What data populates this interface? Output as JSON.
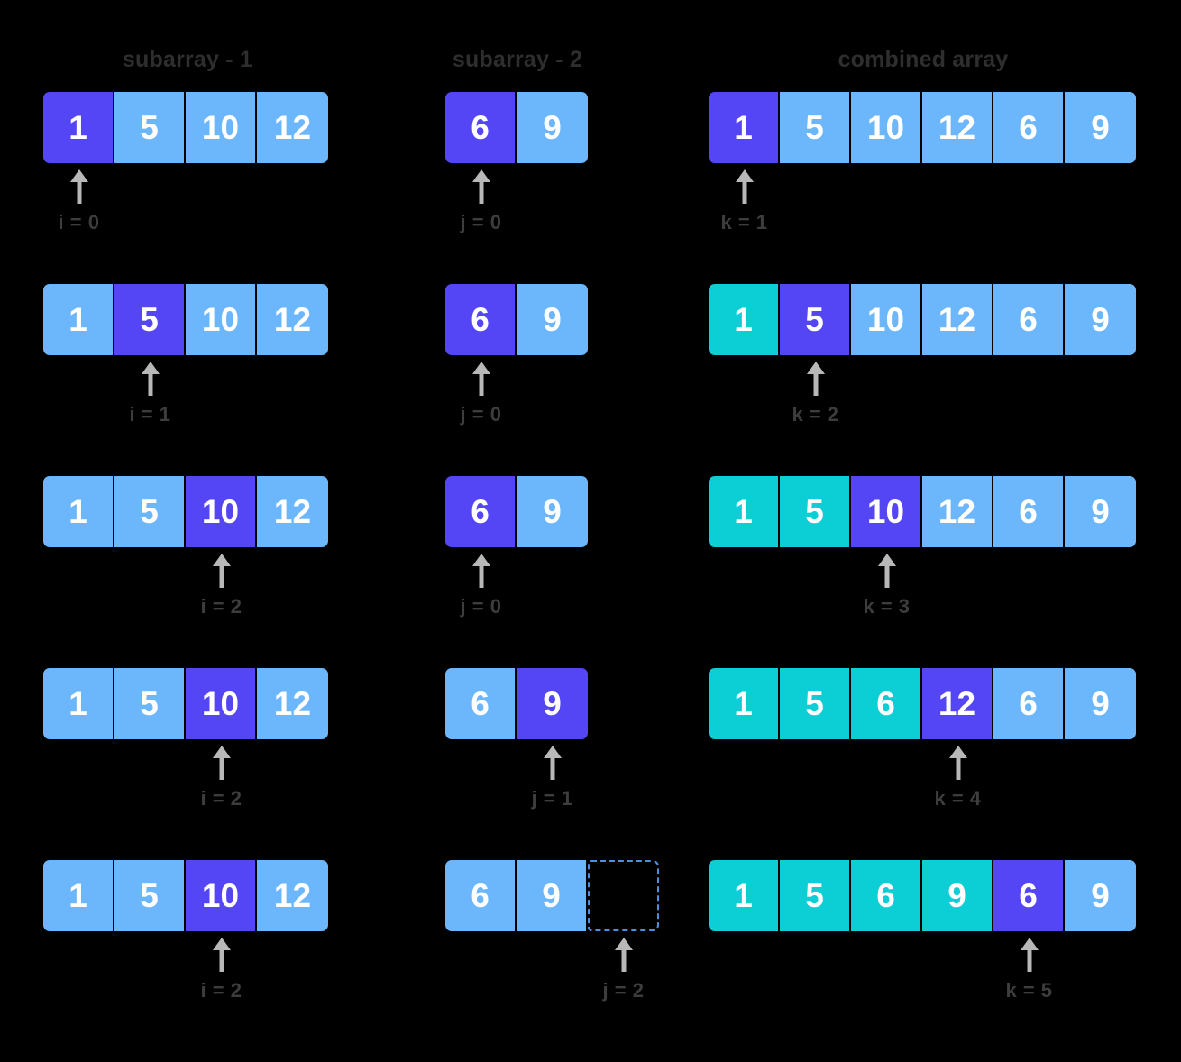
{
  "background_color": "#000000",
  "palette": {
    "cell_plain": "#6cb6fb",
    "cell_active": "#5546f5",
    "cell_merged": "#0bcfd4",
    "cell_empty_border": "#4a90e2",
    "arrow": "#b8b8b8",
    "label_text": "#3d3d3d",
    "header_text": "#2e2e2e",
    "cell_text": "#ffffff"
  },
  "headers": {
    "subarray_1": "subarray - 1",
    "subarray_2": "subarray - 2",
    "combined": "combined array"
  },
  "icons": {
    "pointer": "up-arrow-icon"
  },
  "rows": [
    {
      "subarray_1": {
        "cells": [
          {
            "value": "1",
            "state": "active"
          },
          {
            "value": "5",
            "state": "plain"
          },
          {
            "value": "10",
            "state": "plain"
          },
          {
            "value": "12",
            "state": "plain"
          }
        ],
        "pointer": {
          "index": 0,
          "label": "i = 0"
        }
      },
      "subarray_2": {
        "cells": [
          {
            "value": "6",
            "state": "active"
          },
          {
            "value": "9",
            "state": "plain"
          }
        ],
        "pointer": {
          "index": 0,
          "label": "j = 0"
        }
      },
      "combined": {
        "cells": [
          {
            "value": "1",
            "state": "active"
          },
          {
            "value": "5",
            "state": "plain"
          },
          {
            "value": "10",
            "state": "plain"
          },
          {
            "value": "12",
            "state": "plain"
          },
          {
            "value": "6",
            "state": "plain"
          },
          {
            "value": "9",
            "state": "plain"
          }
        ],
        "pointer": {
          "index": 0,
          "label": "k = 1"
        }
      }
    },
    {
      "subarray_1": {
        "cells": [
          {
            "value": "1",
            "state": "plain"
          },
          {
            "value": "5",
            "state": "active"
          },
          {
            "value": "10",
            "state": "plain"
          },
          {
            "value": "12",
            "state": "plain"
          }
        ],
        "pointer": {
          "index": 1,
          "label": "i = 1"
        }
      },
      "subarray_2": {
        "cells": [
          {
            "value": "6",
            "state": "active"
          },
          {
            "value": "9",
            "state": "plain"
          }
        ],
        "pointer": {
          "index": 0,
          "label": "j = 0"
        }
      },
      "combined": {
        "cells": [
          {
            "value": "1",
            "state": "merged"
          },
          {
            "value": "5",
            "state": "active"
          },
          {
            "value": "10",
            "state": "plain"
          },
          {
            "value": "12",
            "state": "plain"
          },
          {
            "value": "6",
            "state": "plain"
          },
          {
            "value": "9",
            "state": "plain"
          }
        ],
        "pointer": {
          "index": 1,
          "label": "k = 2"
        }
      }
    },
    {
      "subarray_1": {
        "cells": [
          {
            "value": "1",
            "state": "plain"
          },
          {
            "value": "5",
            "state": "plain"
          },
          {
            "value": "10",
            "state": "active"
          },
          {
            "value": "12",
            "state": "plain"
          }
        ],
        "pointer": {
          "index": 2,
          "label": "i = 2"
        }
      },
      "subarray_2": {
        "cells": [
          {
            "value": "6",
            "state": "active"
          },
          {
            "value": "9",
            "state": "plain"
          }
        ],
        "pointer": {
          "index": 0,
          "label": "j = 0"
        }
      },
      "combined": {
        "cells": [
          {
            "value": "1",
            "state": "merged"
          },
          {
            "value": "5",
            "state": "merged"
          },
          {
            "value": "10",
            "state": "active"
          },
          {
            "value": "12",
            "state": "plain"
          },
          {
            "value": "6",
            "state": "plain"
          },
          {
            "value": "9",
            "state": "plain"
          }
        ],
        "pointer": {
          "index": 2,
          "label": "k = 3"
        }
      }
    },
    {
      "subarray_1": {
        "cells": [
          {
            "value": "1",
            "state": "plain"
          },
          {
            "value": "5",
            "state": "plain"
          },
          {
            "value": "10",
            "state": "active"
          },
          {
            "value": "12",
            "state": "plain"
          }
        ],
        "pointer": {
          "index": 2,
          "label": "i = 2"
        }
      },
      "subarray_2": {
        "cells": [
          {
            "value": "6",
            "state": "plain"
          },
          {
            "value": "9",
            "state": "active"
          }
        ],
        "pointer": {
          "index": 1,
          "label": "j = 1"
        }
      },
      "combined": {
        "cells": [
          {
            "value": "1",
            "state": "merged"
          },
          {
            "value": "5",
            "state": "merged"
          },
          {
            "value": "6",
            "state": "merged"
          },
          {
            "value": "12",
            "state": "active"
          },
          {
            "value": "6",
            "state": "plain"
          },
          {
            "value": "9",
            "state": "plain"
          }
        ],
        "pointer": {
          "index": 3,
          "label": "k = 4"
        }
      }
    },
    {
      "subarray_1": {
        "cells": [
          {
            "value": "1",
            "state": "plain"
          },
          {
            "value": "5",
            "state": "plain"
          },
          {
            "value": "10",
            "state": "active"
          },
          {
            "value": "12",
            "state": "plain"
          }
        ],
        "pointer": {
          "index": 2,
          "label": "i = 2"
        }
      },
      "subarray_2": {
        "cells": [
          {
            "value": "6",
            "state": "plain"
          },
          {
            "value": "9",
            "state": "plain"
          },
          {
            "value": "",
            "state": "empty"
          }
        ],
        "pointer": {
          "index": 2,
          "label": "j = 2"
        }
      },
      "combined": {
        "cells": [
          {
            "value": "1",
            "state": "merged"
          },
          {
            "value": "5",
            "state": "merged"
          },
          {
            "value": "6",
            "state": "merged"
          },
          {
            "value": "9",
            "state": "merged"
          },
          {
            "value": "6",
            "state": "active"
          },
          {
            "value": "9",
            "state": "plain"
          }
        ],
        "pointer": {
          "index": 4,
          "label": "k = 5"
        }
      }
    }
  ]
}
